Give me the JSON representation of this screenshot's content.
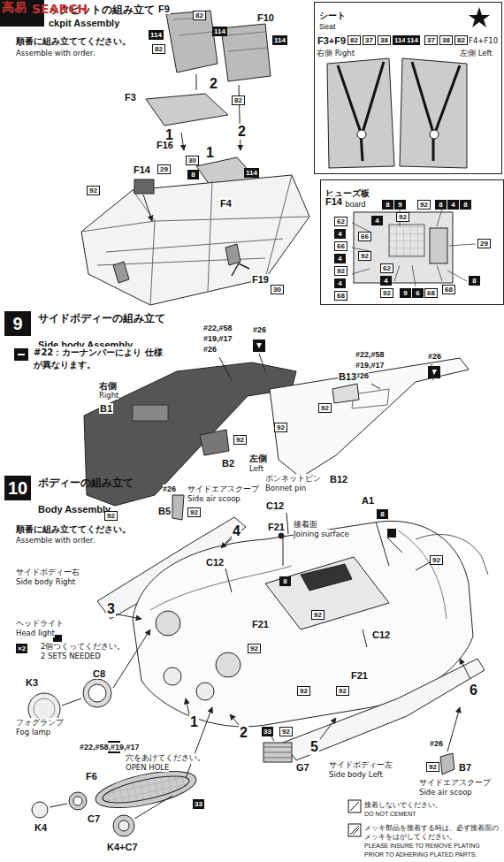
{
  "diagram": {
    "nodes": [
      {
        "text": [
          "ックピットの組み立て",
          "ckpit Assembly"
        ]
      },
      {
        "text": [
          "シート",
          "Seat"
        ]
      },
      {
        "text": [
          "ヒューズ板",
          "Fuse board"
        ]
      },
      {
        "text": [
          "9",
          "サイドボディーの組み立て",
          "Side body Assembly"
        ]
      },
      {
        "text": [
          "10",
          "ボディーの組み立て",
          "Body Assembly"
        ]
      }
    ],
    "labels": [
      "高易",
      "SEARCH",
      "順番に組み立ててください。",
      "Assemble with order.",
      "F9",
      "82",
      "114",
      "114",
      "82",
      "F10",
      "114",
      "2",
      "F3",
      "82",
      "2",
      "1",
      "F16",
      "30",
      "8",
      "1",
      "F4",
      "114",
      "F14",
      "29",
      "92",
      "F19",
      "30",
      "F3+F9",
      "82",
      "37",
      "38",
      "114",
      "右側 Right",
      "114",
      "37",
      "38",
      "82",
      "F4+F10",
      "左側 Left",
      "F14",
      "8",
      "9",
      "92",
      "8",
      "4",
      "8",
      "62",
      "4",
      "66",
      "4",
      "92",
      "4",
      "68",
      "4",
      "66",
      "92",
      "92",
      "29",
      "62",
      "4",
      "92",
      "9",
      "6",
      "68",
      "68",
      "8",
      "#22：カーナンバーにより 仕様が異なります。",
      "#22,#58",
      "#19,#17",
      "#26",
      "#26",
      "右側",
      "Right",
      "B1",
      "92",
      "B2",
      "92",
      "#22,#58",
      "#19,#17",
      "#26",
      "#26",
      "B13",
      "92",
      "左側",
      "Left",
      "92",
      "B12",
      "順番に組み立ててください。",
      "Assemble with order.",
      "#26",
      "サイドエアスクープ",
      "Side air scoop",
      "B5",
      "92",
      "4",
      "ボンネットピン",
      "Bonnet pin",
      "C12",
      "F21",
      "接着面",
      "Joining surface",
      "A1",
      "8",
      "92",
      "サイドボディー右",
      "Side body Right",
      "C12",
      "8",
      "92",
      "3",
      "ヘッドライト",
      "Head light",
      "×2",
      "2個つくってください。",
      "2 SETS NEEDED",
      "K3",
      "C8",
      "F21",
      "92",
      "C12",
      "F21",
      "92",
      "92",
      "1",
      "2",
      "5",
      "33",
      "92",
      "G7",
      "6",
      "サイドボディー左",
      "Side body Left",
      "#26",
      "92",
      "B7",
      "サイドエアスクープ",
      "Side air scoop",
      "フォグランプ",
      "Fog lamp",
      "#22,#58,#19,#17",
      "穴をあけてください。",
      "OPEN HOLE",
      "F6",
      "33",
      "C7",
      "K4",
      "K4+C7",
      "接着しないでください。",
      "DO NOT CEMENT",
      "メッキ部品を接着する時は、必ず接着面の",
      "メッキをはがしてください。",
      "PLEASE INSURE TO REMOVE PLATING",
      "PRIOR TO ADHERING PLATED PARTS."
    ]
  }
}
